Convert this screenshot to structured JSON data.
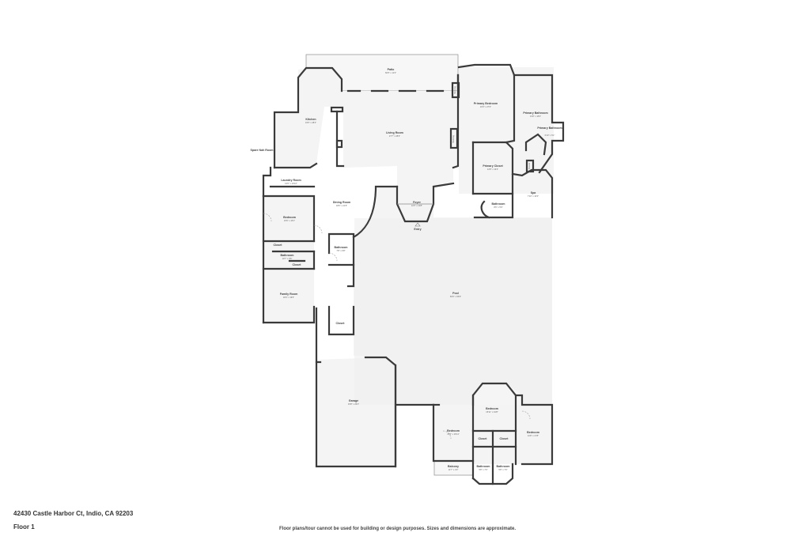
{
  "footer": {
    "address": "42430 Castle Harbor Ct, Indio, CA 92203",
    "floor": "Floor 1",
    "disclaimer": "Floor plans/tour cannot be used for building or design purposes. Sizes and dimensions are approximate."
  },
  "rooms": {
    "patio": {
      "name": "Patio",
      "dim": "60'6\" x 11'3\""
    },
    "kitchen": {
      "name": "Kitchen",
      "dim": "19'6\" x 28'4\""
    },
    "living_room": {
      "name": "Living Room",
      "dim": "27'7\" x 28'3\""
    },
    "primary_bedroom": {
      "name": "Primary Bedroom",
      "dim": "16'3\" x 27'0\""
    },
    "primary_bathroom": {
      "name": "Primary Bathroom",
      "dim": "13'8\" x 18'3\""
    },
    "primary_bathroom_small": {
      "name": "Primary Bathroom",
      "dim": "6'10\" x 6'1\""
    },
    "primary_closet": {
      "name": "Primary Closet",
      "dim": "12'8\" x 13'4\""
    },
    "laundry_room": {
      "name": "Laundry Room",
      "dim": "16'0\" x 10'10\""
    },
    "spare_nah_room": {
      "name": "Spare Nah Room",
      "dim": ""
    },
    "dining_room": {
      "name": "Dining Room",
      "dim": "18'6\" x 21'6\""
    },
    "foyer": {
      "name": "Foyer",
      "dim": "11'5\" x 10'8\""
    },
    "entry": {
      "name": "Entry",
      "dim": ""
    },
    "bedroom_west": {
      "name": "Bedroom",
      "dim": "15'6\" x 15'1\""
    },
    "closet_west": {
      "name": "Closet",
      "dim": ""
    },
    "bathroom_west": {
      "name": "Bathroom",
      "dim": "10'7\" x 6'5\""
    },
    "closet_west2": {
      "name": "Closet",
      "dim": ""
    },
    "bathroom_hall": {
      "name": "Bathroom",
      "dim": "7'8\" x 6'8\""
    },
    "family_room": {
      "name": "Family Room",
      "dim": "18'4\" x 19'0\""
    },
    "closet_hall": {
      "name": "Closet",
      "dim": ""
    },
    "spa": {
      "name": "Spa",
      "dim": "7'10\" x 10'0\""
    },
    "bathroom_spa": {
      "name": "Bathroom",
      "dim": "8'6\" x 5'9\""
    },
    "pool": {
      "name": "Pool",
      "dim": "60'0\" x 66'9\""
    },
    "garage": {
      "name": "Garage",
      "dim": "33'8\" x 29'1\""
    },
    "bedroom_sw": {
      "name": "Bedroom",
      "dim": "15'6\" x 16'11\""
    },
    "bedroom_center": {
      "name": "Bedroom",
      "dim": "15'11\" x 19'8\""
    },
    "bedroom_se": {
      "name": "Bedroom",
      "dim": "11'8\" x 17'8\""
    },
    "closet_a": {
      "name": "Closet",
      "dim": ""
    },
    "closet_b": {
      "name": "Closet",
      "dim": ""
    },
    "balcony": {
      "name": "Balcony",
      "dim": "11'7\" x 4'0\""
    },
    "bathroom_s1": {
      "name": "Bathroom",
      "dim": "5'8\" x 7'0\""
    },
    "bathroom_s2": {
      "name": "Bathroom",
      "dim": "5'8\" x 7'0\""
    },
    "shelving": {
      "name": "Shelving",
      "dim": ""
    },
    "shower": {
      "name": "Shower",
      "dim": ""
    }
  }
}
